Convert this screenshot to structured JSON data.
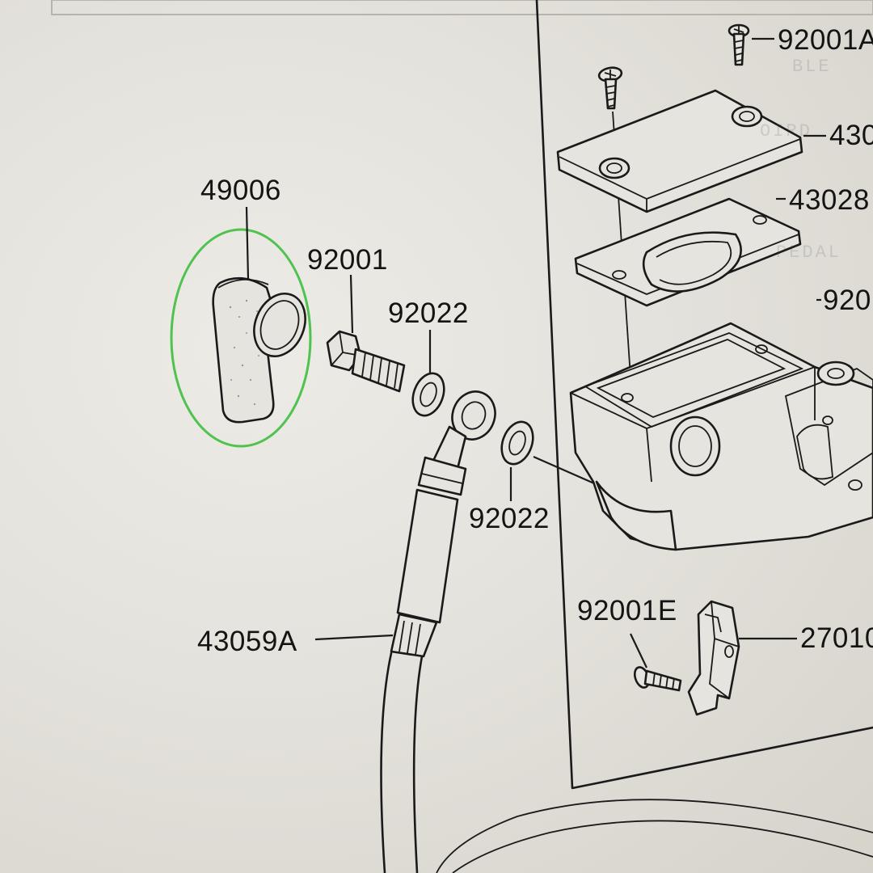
{
  "highlight_color": "#4fc24f",
  "ink_color": "#1a1a1a",
  "paper_color": "#e6e4de",
  "parts": {
    "p49006": "49006",
    "p92001": "92001",
    "p92022_top": "92022",
    "p92022_bottom": "92022",
    "p43059A": "43059A",
    "p92001A": "92001A",
    "p430_cut": "430",
    "p43028": "43028",
    "p920_cut": "920",
    "p92001E": "92001E",
    "p27010_cut": "27010"
  },
  "icons": {
    "highlighted_part": "rubber-cap-icon",
    "bolt": "banjo-bolt-icon",
    "washers": "washer-icon",
    "hose": "brake-hose-icon",
    "cover": "reservoir-cap-icon",
    "diaphragm": "diaphragm-icon",
    "master_cylinder": "master-cylinder-icon",
    "switch": "brake-light-switch-icon"
  }
}
